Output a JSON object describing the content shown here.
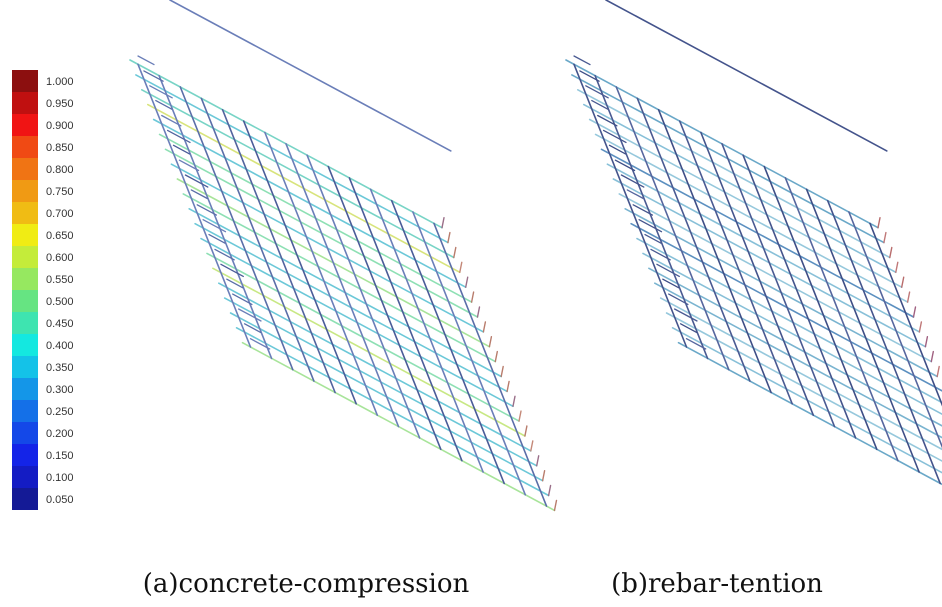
{
  "legend": {
    "labels": [
      "1.000",
      "0.950",
      "0.900",
      "0.850",
      "0.800",
      "0.750",
      "0.700",
      "0.650",
      "0.600",
      "0.550",
      "0.500",
      "0.450",
      "0.400",
      "0.350",
      "0.300",
      "0.250",
      "0.200",
      "0.150",
      "0.100",
      "0.050"
    ],
    "colors": [
      "#8c0f0f",
      "#c01010",
      "#f01414",
      "#f04a14",
      "#f07414",
      "#f09a14",
      "#f0bc14",
      "#f0ec14",
      "#c4ec3a",
      "#96e860",
      "#66e482",
      "#3ee4b0",
      "#14e8e0",
      "#14c2e8",
      "#1496e8",
      "#1470e8",
      "#1448e8",
      "#1424e8",
      "#141cc4",
      "#141a96"
    ]
  },
  "panels": [
    {
      "id": "a",
      "caption": "(a)concrete-compression"
    },
    {
      "id": "b",
      "caption": "(b)rebar-tention"
    }
  ]
}
